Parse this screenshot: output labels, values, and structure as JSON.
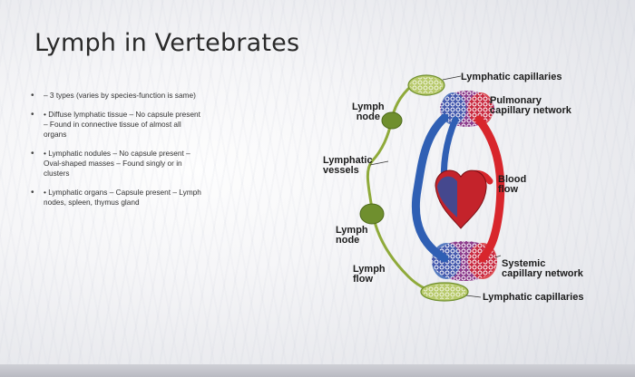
{
  "slide": {
    "title": "Lymph in Vertebrates",
    "bullets": [
      {
        "lines": [
          "– 3 types (varies by species-function is same)"
        ]
      },
      {
        "lines": [
          "• Diffuse lymphatic tissue – No capsule present",
          "– Found in connective tissue of almost all",
          "organs"
        ]
      },
      {
        "lines": [
          "• Lymphatic nodules – No capsule present –",
          "Oval-shaped masses – Found singly or in",
          "clusters"
        ]
      },
      {
        "lines": [
          "• Lymphatic organs – Capsule present – Lymph",
          "nodes, spleen, thymus gland"
        ]
      }
    ],
    "bullet_marker": "•"
  },
  "diagram": {
    "labels": {
      "lymphatic_capillaries_top": "Lymphatic capillaries",
      "pulmonary_line1": "Pulmonary",
      "pulmonary_line2": "capillary network",
      "lymph_node_top_line1": "Lymph",
      "lymph_node_top_line2": "node",
      "lymphatic_vessels_line1": "Lymphatic",
      "lymphatic_vessels_line2": "vessels",
      "blood_flow_line1": "Blood",
      "blood_flow_line2": "flow",
      "lymph_node_bottom_line1": "Lymph",
      "lymph_node_bottom_line2": "node",
      "lymph_flow_line1": "Lymph",
      "lymph_flow_line2": "flow",
      "systemic_line1": "Systemic",
      "systemic_line2": "capillary network",
      "lymphatic_capillaries_bottom": "Lymphatic capillaries"
    },
    "colors": {
      "artery": "#d8262c",
      "vein": "#2f5fb4",
      "lymph": "#8faa3a",
      "node": "#6f8f2e",
      "capillary_mix": "#7a3f8f"
    }
  }
}
